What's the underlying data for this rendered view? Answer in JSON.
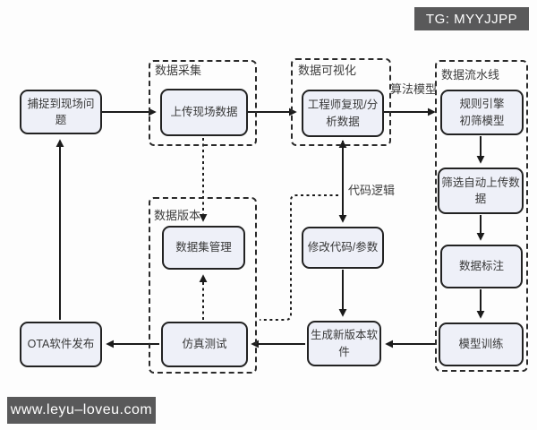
{
  "header": {
    "tg_badge": "TG: MYYJJPP"
  },
  "footer": {
    "site_badge": "www.leyu–loveu.com"
  },
  "colors": {
    "canvas_bg": "#fdfdfd",
    "node_fill": "#eef0f8",
    "node_border": "#222222",
    "line": "#1b1b1b",
    "badge_bg": "#59595a",
    "badge_text": "#ffffff"
  },
  "diagram": {
    "groups": [
      {
        "id": "data-collection",
        "label": "数据采集"
      },
      {
        "id": "data-visualization",
        "label": "数据可视化"
      },
      {
        "id": "data-pipeline",
        "label": "数据流水线"
      },
      {
        "id": "data-version",
        "label": "数据版本"
      }
    ],
    "nodes": [
      {
        "id": "capture-issue",
        "label": "捕捉到现场问题"
      },
      {
        "id": "upload-data",
        "label": "上传现场数据"
      },
      {
        "id": "engineer-analyze",
        "label": "工程师复现/分\n析数据"
      },
      {
        "id": "rule-engine",
        "label": "规则引擎\n初筛模型"
      },
      {
        "id": "filter-upload",
        "label": "筛选自动上传数\n据"
      },
      {
        "id": "data-annotation",
        "label": "数据标注"
      },
      {
        "id": "model-training",
        "label": "模型训练"
      },
      {
        "id": "modify-code",
        "label": "修改代码/参数"
      },
      {
        "id": "new-version",
        "label": "生成新版本软\n件"
      },
      {
        "id": "simulation-test",
        "label": "仿真测试"
      },
      {
        "id": "ota-release",
        "label": "OTA软件发布"
      },
      {
        "id": "dataset-management",
        "label": "数据集管理"
      }
    ],
    "edge_labels": [
      {
        "id": "algorithm-model",
        "label": "算法模型"
      },
      {
        "id": "code-logic",
        "label": "代码逻辑"
      }
    ]
  }
}
